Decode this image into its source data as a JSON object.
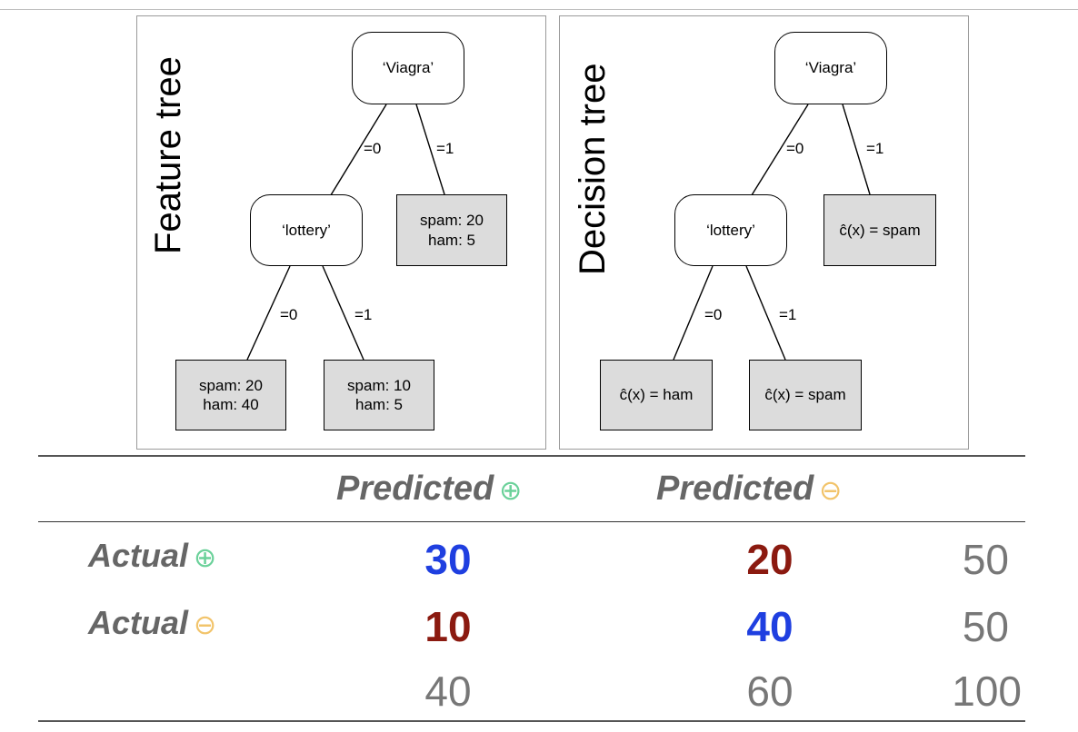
{
  "colors": {
    "tp_tn": "#1f3fe0",
    "fp_fn": "#8b1a10",
    "marginal": "#777777",
    "positive_symbol": "#6bd19a",
    "negative_symbol": "#f2c46b",
    "header": "#666666",
    "leaf_fill": "#dcdcdc"
  },
  "feature_tree": {
    "title": "Feature tree",
    "root": "‘Viagra’",
    "root_edge_left": "=0",
    "root_edge_right": "=1",
    "inner": "‘lottery’",
    "right_leaf": "spam: 20\nham: 5",
    "inner_edge_left": "=0",
    "inner_edge_right": "=1",
    "leaf_left": "spam: 20\nham: 40",
    "leaf_right": "spam: 10\nham: 5"
  },
  "decision_tree": {
    "title": "Decision tree",
    "root": "‘Viagra’",
    "root_edge_left": "=0",
    "root_edge_right": "=1",
    "inner": "‘lottery’",
    "right_leaf": "ĉ(x) = spam",
    "inner_edge_left": "=0",
    "inner_edge_right": "=1",
    "leaf_left": "ĉ(x) = ham",
    "leaf_right": "ĉ(x) = spam"
  },
  "contingency_table": {
    "col_headers": [
      {
        "label": "Predicted",
        "symbol": "⊕"
      },
      {
        "label": "Predicted",
        "symbol": "⊖"
      }
    ],
    "rows": [
      {
        "label": "Actual",
        "symbol": "⊕",
        "values": [
          "30",
          "20"
        ],
        "total": "50"
      },
      {
        "label": "Actual",
        "symbol": "⊖",
        "values": [
          "10",
          "40"
        ],
        "total": "50"
      }
    ],
    "col_totals": [
      "40",
      "60"
    ],
    "grand_total": "100"
  }
}
